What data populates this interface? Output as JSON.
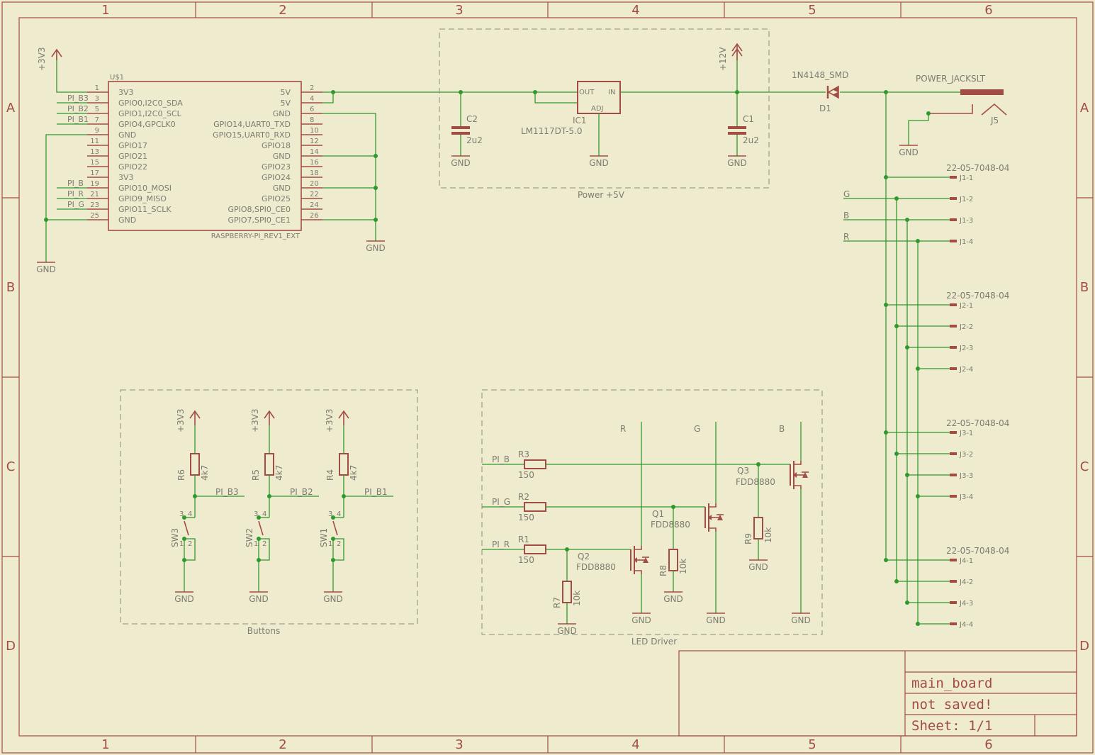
{
  "frame": {
    "columns": [
      "1",
      "2",
      "3",
      "4",
      "5",
      "6"
    ],
    "rows": [
      "A",
      "B",
      "C",
      "D"
    ]
  },
  "title_block": {
    "name": "main_board",
    "status": "not saved!",
    "sheet": "Sheet: 1/1"
  },
  "rpi": {
    "ref": "U$1",
    "value": "RASPBERRY-PI_REV1_EXT",
    "left_pins": [
      {
        "num": "1",
        "name": "3V3",
        "net": ""
      },
      {
        "num": "3",
        "name": "GPIO0,I2C0_SDA",
        "net": "PI_B3"
      },
      {
        "num": "5",
        "name": "GPIO1,I2C0_SCL",
        "net": "PI_B2"
      },
      {
        "num": "7",
        "name": "GPIO4,GPCLK0",
        "net": "PI_B1"
      },
      {
        "num": "9",
        "name": "GND",
        "net": ""
      },
      {
        "num": "11",
        "name": "GPIO17",
        "net": ""
      },
      {
        "num": "13",
        "name": "GPIO21",
        "net": ""
      },
      {
        "num": "15",
        "name": "GPIO22",
        "net": ""
      },
      {
        "num": "17",
        "name": "3V3",
        "net": ""
      },
      {
        "num": "19",
        "name": "GPIO10_MOSI",
        "net": "PI_B"
      },
      {
        "num": "21",
        "name": "GPIO9_MISO",
        "net": "PI_R"
      },
      {
        "num": "23",
        "name": "GPIO11_SCLK",
        "net": "PI_G"
      },
      {
        "num": "25",
        "name": "GND",
        "net": ""
      }
    ],
    "right_pins": [
      {
        "num": "2",
        "name": "5V"
      },
      {
        "num": "4",
        "name": "5V"
      },
      {
        "num": "6",
        "name": "GND"
      },
      {
        "num": "8",
        "name": "GPIO14,UART0_TXD"
      },
      {
        "num": "10",
        "name": "GPIO15,UART0_RXD"
      },
      {
        "num": "12",
        "name": "GPIO18"
      },
      {
        "num": "14",
        "name": "GND"
      },
      {
        "num": "16",
        "name": "GPIO23"
      },
      {
        "num": "18",
        "name": "GPIO24"
      },
      {
        "num": "20",
        "name": "GND"
      },
      {
        "num": "22",
        "name": "GPIO25"
      },
      {
        "num": "24",
        "name": "GPIO8,SPI0_CE0"
      },
      {
        "num": "26",
        "name": "GPIO7,SPI0_CE1"
      }
    ]
  },
  "power": {
    "group_label": "Power +5V",
    "regulator_ref": "IC1",
    "regulator_value": "LM1117DT-5.0",
    "pin_out": "OUT",
    "pin_in": "IN",
    "pin_adj": "ADJ",
    "c2_ref": "C2",
    "c2_value": "2u2",
    "c1_ref": "C1",
    "c1_value": "2u2",
    "diode_value": "1N4148_SMD",
    "diode_ref": "D1",
    "jack_value": "POWER_JACKSLT",
    "jack_ref": "J5",
    "v12": "+12V",
    "v33": "+3V3"
  },
  "gnd": "GND",
  "connectors": {
    "value": "22-05-7048-04",
    "nets": [
      "G",
      "B",
      "R"
    ],
    "j1": [
      "J1-1",
      "J1-2",
      "J1-3",
      "J1-4"
    ],
    "j2": [
      "J2-1",
      "J2-2",
      "J2-3",
      "J2-4"
    ],
    "j3": [
      "J3-1",
      "J3-2",
      "J3-3",
      "J3-4"
    ],
    "j4": [
      "J4-1",
      "J4-2",
      "J4-3",
      "J4-4"
    ]
  },
  "buttons": {
    "group_label": "Buttons",
    "items": [
      {
        "sw": "SW3",
        "r": "R6",
        "rval": "4k7",
        "net": "PI_B3"
      },
      {
        "sw": "SW2",
        "r": "R5",
        "rval": "4k7",
        "net": "PI_B2"
      },
      {
        "sw": "SW1",
        "r": "R4",
        "rval": "4k7",
        "net": "PI_B1"
      }
    ],
    "pin3": "3",
    "pin4": "4",
    "pin1": "1",
    "pin2": "2"
  },
  "led_driver": {
    "group_label": "LED Driver",
    "channels": [
      "R",
      "G",
      "B"
    ],
    "inputs": [
      {
        "net": "PI_B",
        "r": "R3",
        "val": "150"
      },
      {
        "net": "PI_G",
        "r": "R2",
        "val": "150"
      },
      {
        "net": "PI_R",
        "r": "R1",
        "val": "150"
      }
    ],
    "q3": "Q3",
    "q1": "Q1",
    "q2": "Q2",
    "fet_value": "FDD8880",
    "r9": "R9",
    "r8": "R8",
    "r7": "R7",
    "pulldown_value": "10k"
  }
}
